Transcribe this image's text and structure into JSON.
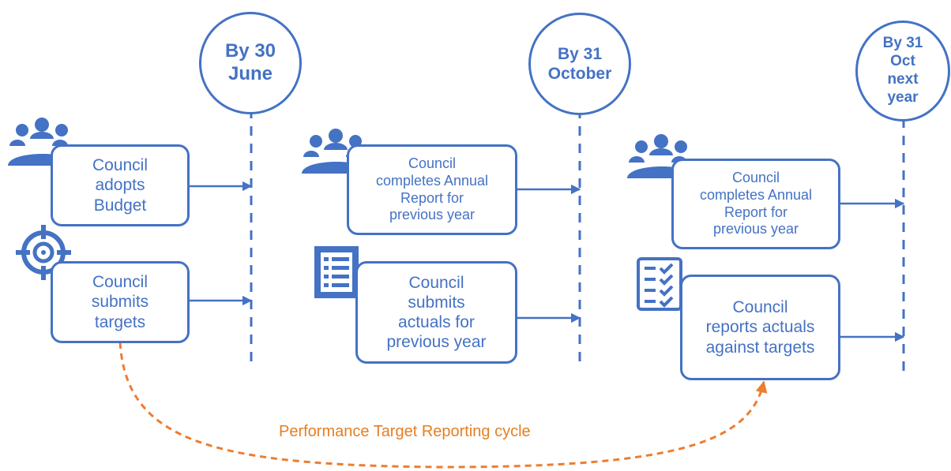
{
  "colors": {
    "primary": "#4472C4",
    "accent": "#ED7D31"
  },
  "milestones": [
    {
      "lines": [
        "By 30",
        "June"
      ]
    },
    {
      "lines": [
        "By 31",
        "October"
      ]
    },
    {
      "lines": [
        "By 31",
        "Oct",
        "next",
        "year"
      ]
    }
  ],
  "columns": [
    {
      "top_icon": "people-icon",
      "top_box": {
        "lines": [
          "Council",
          "adopts",
          "Budget"
        ]
      },
      "bottom_icon": "target-icon",
      "bottom_box": {
        "lines": [
          "Council",
          "submits",
          "targets"
        ]
      }
    },
    {
      "top_icon": "people-icon",
      "top_box": {
        "lines": [
          "Council",
          "completes Annual",
          "Report for",
          "previous year"
        ]
      },
      "bottom_icon": "document-list-icon",
      "bottom_box": {
        "lines": [
          "Council",
          "submits",
          "actuals for",
          "previous year"
        ]
      }
    },
    {
      "top_icon": "people-icon",
      "top_box": {
        "lines": [
          "Council",
          "completes Annual",
          "Report for",
          "previous year"
        ]
      },
      "bottom_icon": "checklist-icon",
      "bottom_box": {
        "lines": [
          "Council",
          "reports actuals",
          "against targets"
        ]
      }
    }
  ],
  "cycle": {
    "label": "Performance Target Reporting cycle"
  }
}
